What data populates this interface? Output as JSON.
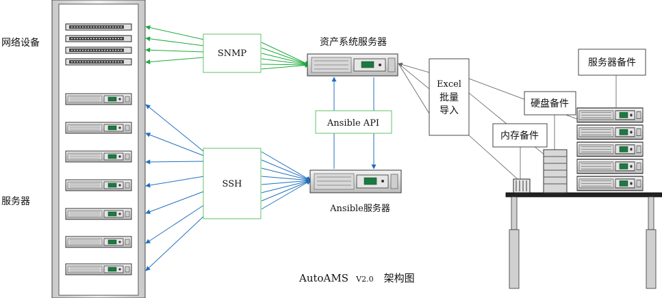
{
  "left_labels": {
    "network_devices": "网络设备",
    "servers": "服务器"
  },
  "protocols": {
    "snmp": "SNMP",
    "ssh": "SSH",
    "ansible_api": "Ansible API"
  },
  "servers": {
    "asset_server": "资产系统服务器",
    "ansible_server": "Ansible服务器"
  },
  "excel_import": [
    "Excel",
    "批量",
    "导入"
  ],
  "spares": {
    "server": "服务器备件",
    "disk": "硬盘备件",
    "memory": "内存备件"
  },
  "title": {
    "name": "AutoAMS",
    "version": "V2.0",
    "suffix": "架构图"
  },
  "colors": {
    "green": "#1aaa3a",
    "blue": "#1f6fbf",
    "box_border_green": "#5cc16a",
    "box_border_blue": "#4f95d6",
    "gray_line": "#555555"
  }
}
